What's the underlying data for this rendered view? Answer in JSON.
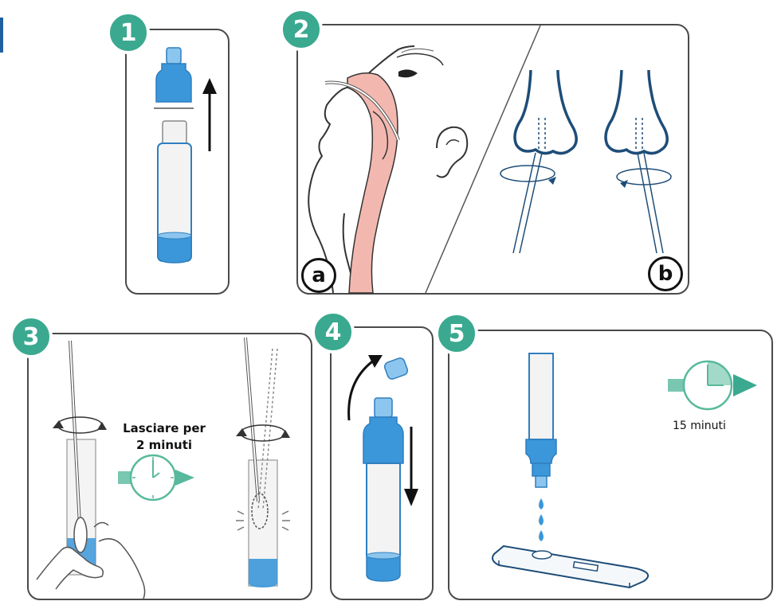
{
  "steps": {
    "s1": {
      "number": "1"
    },
    "s2": {
      "number": "2",
      "label_a": "a",
      "label_b": "b"
    },
    "s3": {
      "number": "3",
      "caption_line1": "Lasciare per",
      "caption_line2": "2 minuti"
    },
    "s4": {
      "number": "4"
    },
    "s5": {
      "number": "5",
      "caption": "15 minuti"
    }
  },
  "colors": {
    "badge": "#3aa98f",
    "tube_blue": "#3b97d9",
    "tube_blue_light": "#8cc6ee",
    "nose_outline": "#1e4d78",
    "tissue_pink": "#f2b8b0",
    "clock_green": "#58b99c"
  }
}
